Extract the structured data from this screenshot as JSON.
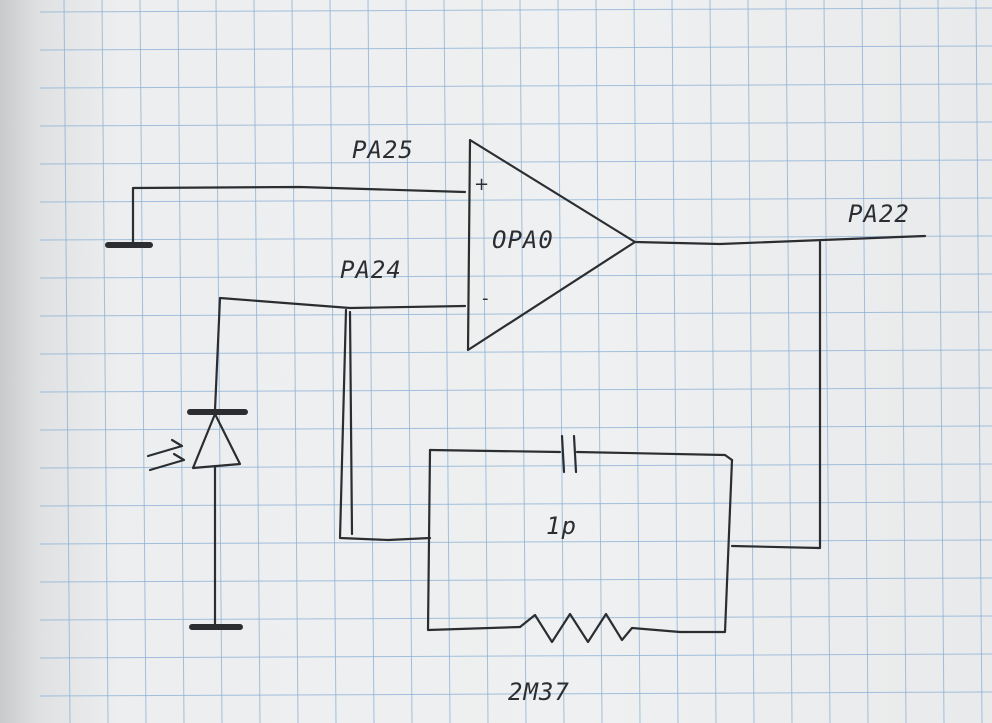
{
  "labels": {
    "noninverting_pin": "PA25",
    "inverting_pin": "PA24",
    "output_pin": "PA22",
    "opamp": "OPA0",
    "plus": "+",
    "minus": "-",
    "capacitor": "1p",
    "resistor": "2M37"
  },
  "colors": {
    "paper": "#eef0f1",
    "grid": "#8fb3d6",
    "ink": "#2b2d31"
  }
}
